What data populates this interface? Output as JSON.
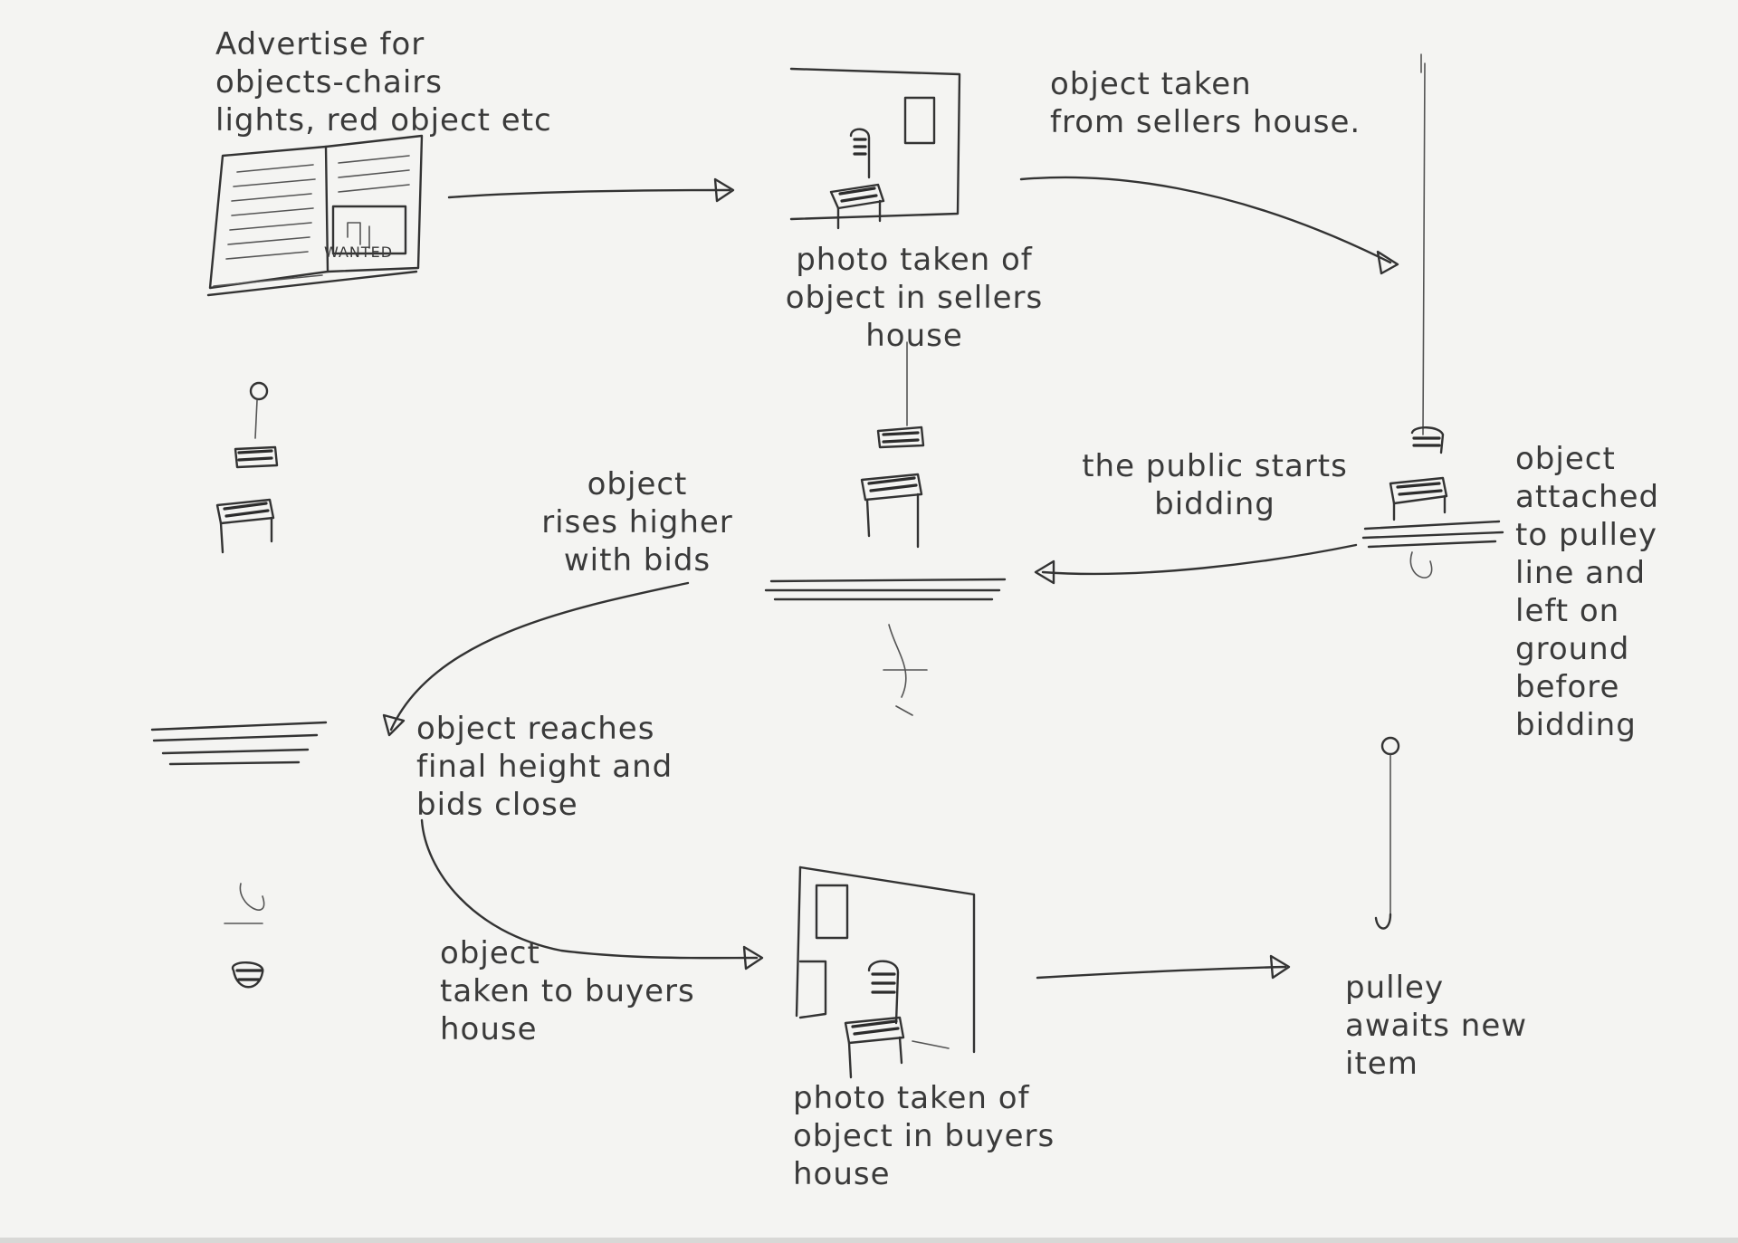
{
  "notes": {
    "advertise": "Advertise for\nobjects-chairs\nlights, red object etc",
    "wanted": "WANTED",
    "photo_seller": "photo taken of\nobject in sellers\nhouse",
    "taken_from_seller": "object taken\nfrom sellers house.",
    "attached": "object\nattached\nto pulley\nline and\nleft on\nground\nbefore\nbidding",
    "public_bidding": "the public starts\nbidding",
    "rises": "object\nrises higher\nwith bids",
    "final_height": "object reaches\nfinal height and\nbids close",
    "taken_to_buyer": "object\ntaken to buyers\nhouse",
    "photo_buyer": "photo taken of\nobject in buyers\nhouse",
    "pulley_awaits": "pulley\nawaits new\nitem"
  },
  "colors": {
    "paper": "#f4f4f2",
    "pencil": "#333333"
  }
}
